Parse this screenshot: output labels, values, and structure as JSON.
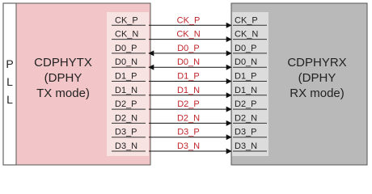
{
  "pll_label": [
    "P",
    "L",
    "L"
  ],
  "tx_block": {
    "lines": [
      "CDPHYTX",
      "(DPHY",
      "TX mode)"
    ],
    "fill": "#f2c6c8"
  },
  "rx_block": {
    "lines": [
      "CDPHYRX",
      "(DPHY",
      "RX mode)"
    ],
    "fill": "#b9b9b9"
  },
  "signals": [
    {
      "name": "CK_P",
      "direction": "tx-to-rx"
    },
    {
      "name": "CK_N",
      "direction": "tx-to-rx"
    },
    {
      "name": "D0_P",
      "direction": "bidirectional"
    },
    {
      "name": "D0_N",
      "direction": "bidirectional"
    },
    {
      "name": "D1_P",
      "direction": "tx-to-rx"
    },
    {
      "name": "D1_N",
      "direction": "tx-to-rx"
    },
    {
      "name": "D2_P",
      "direction": "tx-to-rx"
    },
    {
      "name": "D2_N",
      "direction": "tx-to-rx"
    },
    {
      "name": "D3_P",
      "direction": "tx-to-rx"
    },
    {
      "name": "D3_N",
      "direction": "tx-to-rx"
    }
  ],
  "colors": {
    "wire_label": "#c0252a",
    "border": "#333333",
    "pin_panel_tx": "#f8e3e3",
    "pin_panel_rx": "#dcdcdc",
    "pll_fill": "#ffffff"
  }
}
